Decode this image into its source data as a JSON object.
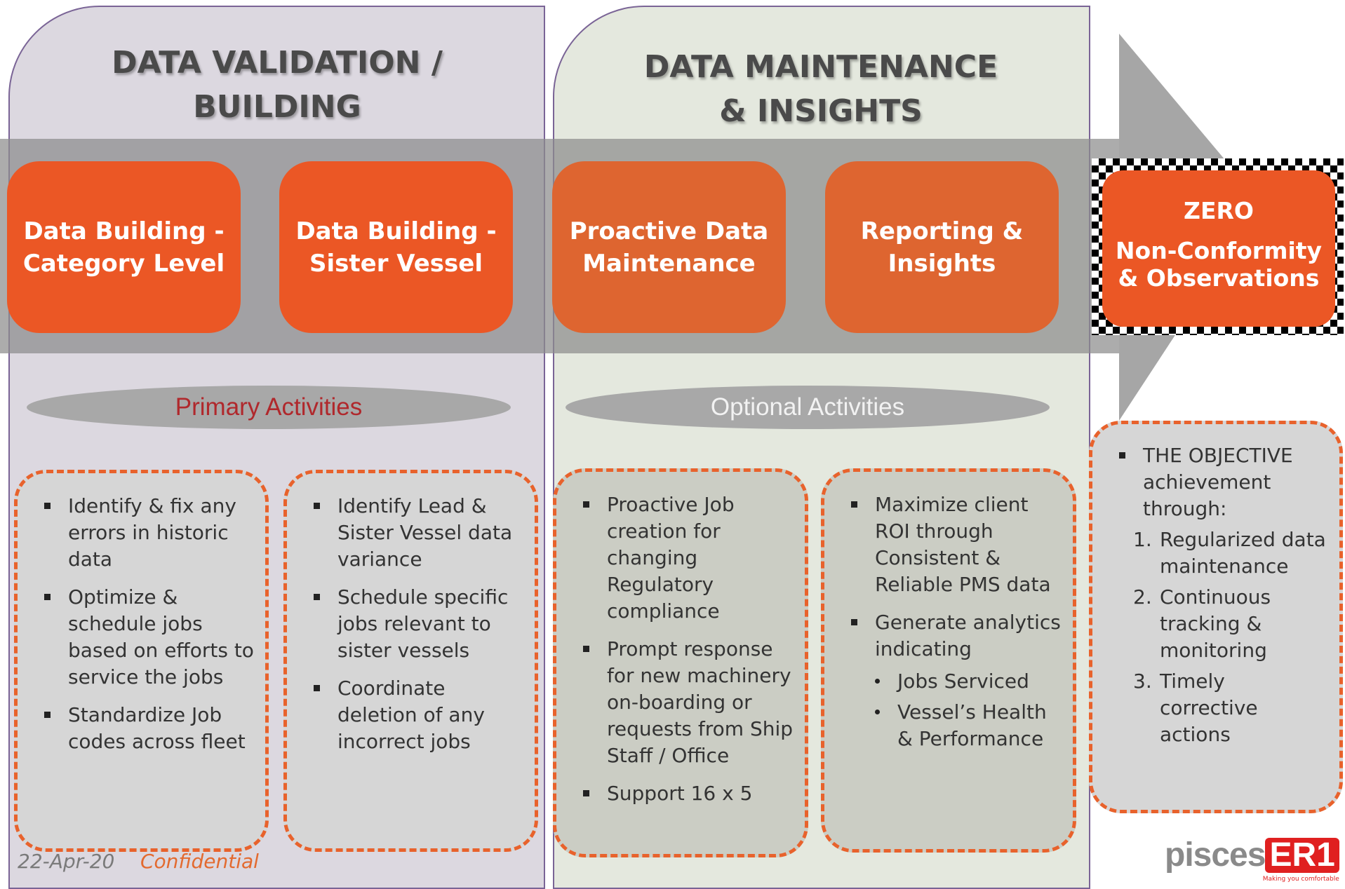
{
  "panels": {
    "left_title": [
      "DATA VALIDATION /",
      "BUILDING"
    ],
    "mid_title": [
      "DATA MAINTENANCE",
      "& INSIGHTS"
    ]
  },
  "steps": [
    {
      "line1": "Data Building -",
      "line2": "Category Level"
    },
    {
      "line1": "Data Building -",
      "line2": "Sister Vessel"
    },
    {
      "line1": "Proactive Data",
      "line2": "Maintenance"
    },
    {
      "line1": "Reporting &",
      "line2": "Insights"
    }
  ],
  "finish": {
    "line1": "ZERO",
    "line2": "Non-Conformity",
    "line3": "& Observations"
  },
  "labels": {
    "primary": "Primary Activities",
    "optional": "Optional Activities"
  },
  "boxes": {
    "b1": [
      "Identify & fix any errors in historic data",
      "Optimize & schedule jobs based on efforts to service the jobs",
      "Standardize Job codes across fleet"
    ],
    "b2": [
      "Identify Lead & Sister Vessel data variance",
      "Schedule specific jobs relevant to sister vessels",
      "Coordinate deletion of any incorrect jobs"
    ],
    "b3": [
      "Proactive Job creation for changing Regulatory compliance",
      "Prompt response for new machinery on-boarding or requests from Ship Staff / Office",
      "Support 16 x 5"
    ],
    "b4": {
      "items": [
        "Maximize client ROI through Consistent & Reliable PMS data",
        "Generate analytics indicating"
      ],
      "subs": [
        "Jobs Serviced",
        "Vessel’s Health & Performance"
      ]
    },
    "b5": {
      "lead": "THE OBJECTIVE achievement through:",
      "numbers": [
        "1.",
        "2.",
        "3."
      ],
      "items": [
        "Regularized data maintenance",
        "Continuous tracking & monitoring",
        "Timely corrective actions"
      ]
    }
  },
  "footer": {
    "date": "22-Apr-20",
    "confidential": "Confidential"
  },
  "logo": {
    "text": "pisces",
    "mark": "ER1",
    "tagline": "Making you comfortable"
  },
  "colors": {
    "orange": "#eb5725",
    "primary_label": "#b0282c",
    "optional_label": "#f2f2f2",
    "band": "#8c8c8c"
  }
}
